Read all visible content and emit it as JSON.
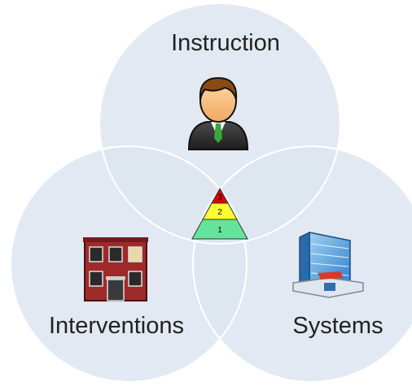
{
  "circles": {
    "top": {
      "label": "Instruction",
      "icon": "teacher-person-icon"
    },
    "left": {
      "label": "Interventions",
      "icon": "school-building-icon"
    },
    "right": {
      "label": "Systems",
      "icon": "office-building-icon"
    }
  },
  "pyramid": {
    "tiers": [
      {
        "label": "3",
        "color": "#e00000"
      },
      {
        "label": "2",
        "color": "#ffff33"
      },
      {
        "label": "1",
        "color": "#66e39a"
      }
    ]
  },
  "colors": {
    "circle_fill": "#dde5f0",
    "circle_stroke": "#ffffff"
  }
}
